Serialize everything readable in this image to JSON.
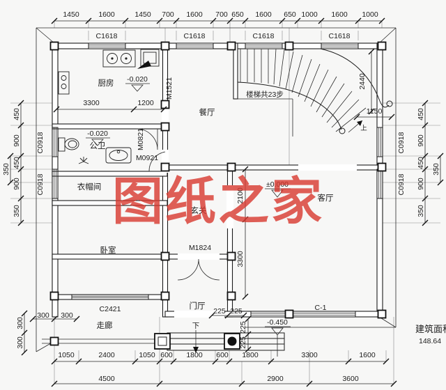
{
  "watermark": "图纸之家",
  "area": {
    "label": "建筑面积",
    "value": "148.64"
  },
  "rooms": {
    "kitchen": "厨房",
    "dining": "餐厅",
    "bathroom": "公卫",
    "cloak": "衣帽间",
    "bedroom": "卧室",
    "foyer": "玄关",
    "living": "客厅",
    "hall": "门厅",
    "corridor": "走廊"
  },
  "levels": {
    "kitchen": "-0.020",
    "bathroom": "-0.020",
    "living": "±0.000",
    "porch": "-0.450"
  },
  "stairs": {
    "note": "楼梯共23步",
    "up": "上",
    "down": "下"
  },
  "doors": {
    "kitchen": "M1521",
    "bathroom": "M0821",
    "bathroom2": "M0921",
    "entrance": "M1824"
  },
  "windows": {
    "top": [
      "C1618",
      "C1618",
      "C1618",
      "C1618"
    ],
    "left": [
      "C0918",
      "C0918"
    ],
    "right": [
      "C0918",
      "C0918"
    ],
    "bottom": [
      "C2421",
      "C-1"
    ]
  },
  "dims": {
    "top": [
      "1450",
      "1600",
      "1450",
      "700",
      "1600",
      "700",
      "650",
      "1600",
      "650",
      "1000",
      "1600",
      "1000"
    ],
    "bottom1": [
      "1050",
      "2400",
      "1050",
      "600",
      "1800",
      "600",
      "1800",
      "3300",
      "1600"
    ],
    "bottom2": [
      "4500",
      "2900",
      "3600"
    ],
    "left": [
      "450",
      "900",
      "450",
      "900",
      "350"
    ],
    "left_outer": "350",
    "right": [
      "450",
      "900",
      "450",
      "900",
      "350"
    ],
    "right_outer": "350",
    "corner_h": [
      "300",
      "300"
    ],
    "corner_v": [
      "300",
      "300"
    ],
    "kitchen": [
      "3300",
      "1200"
    ],
    "foyer": [
      "2100",
      "3300"
    ],
    "stair_rise": "2440",
    "stair_run": "1150",
    "porch_h": [
      "225",
      "225"
    ],
    "porch_v": [
      "225",
      "225"
    ]
  }
}
